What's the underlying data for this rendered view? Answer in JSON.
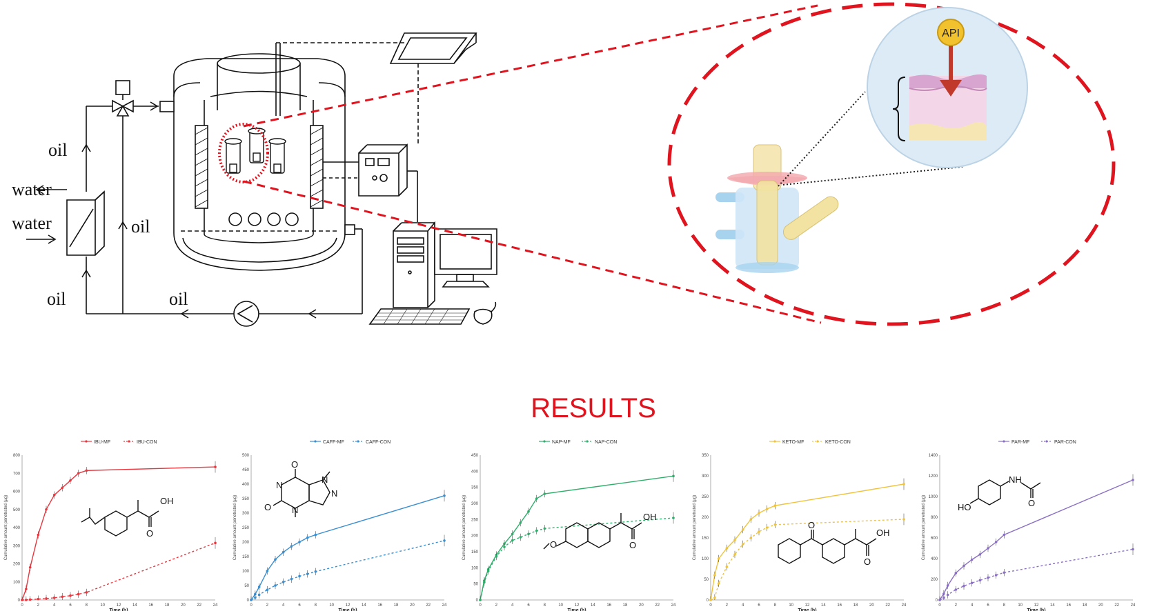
{
  "diagram": {
    "labels": {
      "oil_top": "oil",
      "water_out": "water",
      "water_in": "water",
      "oil_mid": "oil",
      "oil_bottom_left": "oil",
      "oil_bottom": "oil",
      "api": "API"
    },
    "colors": {
      "dashed_red": "#e0141e",
      "api_ball": "#f2c12e",
      "arrow": "#c0392b",
      "skin_top": "#d8a9d0",
      "skin_mid": "#f0d4e6",
      "skin_bottom": "#f6e6b4",
      "cell_body": "#cfe6f7",
      "cell_rod": "#f3e3a2",
      "membrane_ring": "#f4b4b8"
    }
  },
  "results_title": "RESULTS",
  "chart_data": [
    {
      "type": "line",
      "color": "#e8373f",
      "legend": [
        "IBU-MF",
        "IBU-CON"
      ],
      "xlabel": "Time (h)",
      "ylabel": "Cumulative amount penetrated (µg)",
      "xticks": [
        "0",
        "2",
        "4",
        "6",
        "8",
        "10",
        "12",
        "14",
        "16",
        "18",
        "20",
        "22",
        "24"
      ],
      "yticks": [
        "0",
        "100",
        "200",
        "300",
        "400",
        "500",
        "600",
        "700",
        "800"
      ],
      "xlim": [
        0,
        24
      ],
      "ylim": [
        0,
        800
      ],
      "series": [
        {
          "name": "IBU-MF",
          "dashed": false,
          "x": [
            0,
            0.5,
            1,
            2,
            3,
            4,
            5,
            6,
            7,
            8,
            24
          ],
          "y": [
            0,
            60,
            180,
            360,
            500,
            580,
            620,
            660,
            700,
            715,
            735
          ]
        },
        {
          "name": "IBU-CON",
          "dashed": true,
          "x": [
            0,
            0.5,
            1,
            2,
            3,
            4,
            5,
            6,
            7,
            8,
            24
          ],
          "y": [
            0,
            0,
            2,
            5,
            8,
            12,
            18,
            24,
            32,
            42,
            315
          ]
        }
      ],
      "molecule": {
        "atoms": [
          "OH",
          "O"
        ]
      }
    },
    {
      "type": "line",
      "color": "#3a8fd1",
      "legend": [
        "CAFF-MF",
        "CAFF-CON"
      ],
      "xlabel": "Time (h)",
      "ylabel": "Cumulative amount penetrated (µg)",
      "xticks": [
        "0",
        "2",
        "4",
        "6",
        "8",
        "10",
        "12",
        "14",
        "16",
        "18",
        "20",
        "22",
        "24"
      ],
      "yticks": [
        "0",
        "50",
        "100",
        "150",
        "200",
        "250",
        "300",
        "350",
        "400",
        "450",
        "500"
      ],
      "xlim": [
        0,
        24
      ],
      "ylim": [
        0,
        500
      ],
      "series": [
        {
          "name": "CAFF-MF",
          "dashed": false,
          "x": [
            0,
            0.5,
            1,
            2,
            3,
            4,
            5,
            6,
            7,
            8,
            24
          ],
          "y": [
            0,
            20,
            45,
            100,
            140,
            165,
            185,
            200,
            215,
            225,
            360
          ]
        },
        {
          "name": "CAFF-CON",
          "dashed": true,
          "x": [
            0,
            0.5,
            1,
            2,
            3,
            4,
            5,
            6,
            7,
            8,
            24
          ],
          "y": [
            0,
            8,
            18,
            35,
            50,
            62,
            72,
            82,
            90,
            98,
            205
          ]
        }
      ],
      "molecule": {
        "atoms": [
          "O",
          "O",
          "N",
          "N",
          "N",
          "N"
        ]
      }
    },
    {
      "type": "line",
      "color": "#2fae6b",
      "legend": [
        "NAP-MF",
        "NAP-CON"
      ],
      "xlabel": "Time (h)",
      "ylabel": "Cumulative amount penetrated (µg)",
      "xticks": [
        "0",
        "2",
        "4",
        "6",
        "8",
        "10",
        "12",
        "14",
        "16",
        "18",
        "20",
        "22",
        "24"
      ],
      "yticks": [
        "0",
        "50",
        "100",
        "150",
        "200",
        "250",
        "300",
        "350",
        "400",
        "450"
      ],
      "xlim": [
        0,
        24
      ],
      "ylim": [
        0,
        450
      ],
      "series": [
        {
          "name": "NAP-MF",
          "dashed": false,
          "x": [
            0,
            0.5,
            1,
            2,
            3,
            4,
            5,
            6,
            7,
            8,
            24
          ],
          "y": [
            0,
            60,
            95,
            140,
            175,
            205,
            240,
            275,
            315,
            330,
            385
          ]
        },
        {
          "name": "NAP-CON",
          "dashed": true,
          "x": [
            0,
            0.5,
            1,
            2,
            3,
            4,
            5,
            6,
            7,
            8,
            24
          ],
          "y": [
            0,
            55,
            90,
            135,
            165,
            185,
            195,
            205,
            215,
            222,
            255
          ]
        }
      ],
      "molecule": {
        "atoms": [
          "OH",
          "O",
          "O"
        ]
      }
    },
    {
      "type": "line",
      "color": "#f0c33c",
      "legend": [
        "KETO-MF",
        "KETO-CON"
      ],
      "xlabel": "Time (h)",
      "ylabel": "Cumulative amount penetrated (µg)",
      "xticks": [
        "0",
        "2",
        "4",
        "6",
        "8",
        "10",
        "12",
        "14",
        "16",
        "18",
        "20",
        "22",
        "24"
      ],
      "yticks": [
        "0",
        "50",
        "100",
        "150",
        "200",
        "250",
        "300",
        "350"
      ],
      "xlim": [
        0,
        24
      ],
      "ylim": [
        0,
        350
      ],
      "series": [
        {
          "name": "KETO-MF",
          "dashed": false,
          "x": [
            0,
            0.5,
            1,
            2,
            3,
            4,
            5,
            6,
            7,
            8,
            24
          ],
          "y": [
            0,
            60,
            100,
            125,
            145,
            170,
            195,
            210,
            220,
            228,
            280
          ]
        },
        {
          "name": "KETO-CON",
          "dashed": true,
          "x": [
            0,
            0.5,
            1,
            2,
            3,
            4,
            5,
            6,
            7,
            8,
            24
          ],
          "y": [
            0,
            5,
            40,
            80,
            110,
            135,
            150,
            165,
            175,
            182,
            195
          ]
        }
      ],
      "molecule": {
        "atoms": [
          "O",
          "OH",
          "O"
        ]
      }
    },
    {
      "type": "line",
      "color": "#8a6fc4",
      "legend": [
        "PAR-MF",
        "PAR-CON"
      ],
      "xlabel": "Time (h)",
      "ylabel": "Cumulative amount penetrated (µg)",
      "xticks": [
        "0",
        "2",
        "4",
        "6",
        "8",
        "10",
        "12",
        "14",
        "16",
        "18",
        "20",
        "22",
        "24"
      ],
      "yticks": [
        "0",
        "200",
        "400",
        "600",
        "800",
        "1000",
        "1200",
        "1400"
      ],
      "xlim": [
        0,
        24
      ],
      "ylim": [
        0,
        1400
      ],
      "series": [
        {
          "name": "PAR-MF",
          "dashed": false,
          "x": [
            0,
            0.5,
            1,
            2,
            3,
            4,
            5,
            6,
            7,
            8,
            24
          ],
          "y": [
            0,
            60,
            140,
            260,
            330,
            390,
            440,
            500,
            560,
            630,
            1160
          ]
        },
        {
          "name": "PAR-CON",
          "dashed": true,
          "x": [
            0,
            0.5,
            1,
            2,
            3,
            4,
            5,
            6,
            7,
            8,
            24
          ],
          "y": [
            0,
            20,
            50,
            100,
            135,
            165,
            190,
            215,
            240,
            265,
            490
          ]
        }
      ],
      "molecule": {
        "atoms": [
          "HO",
          "NH",
          "O"
        ]
      }
    }
  ]
}
